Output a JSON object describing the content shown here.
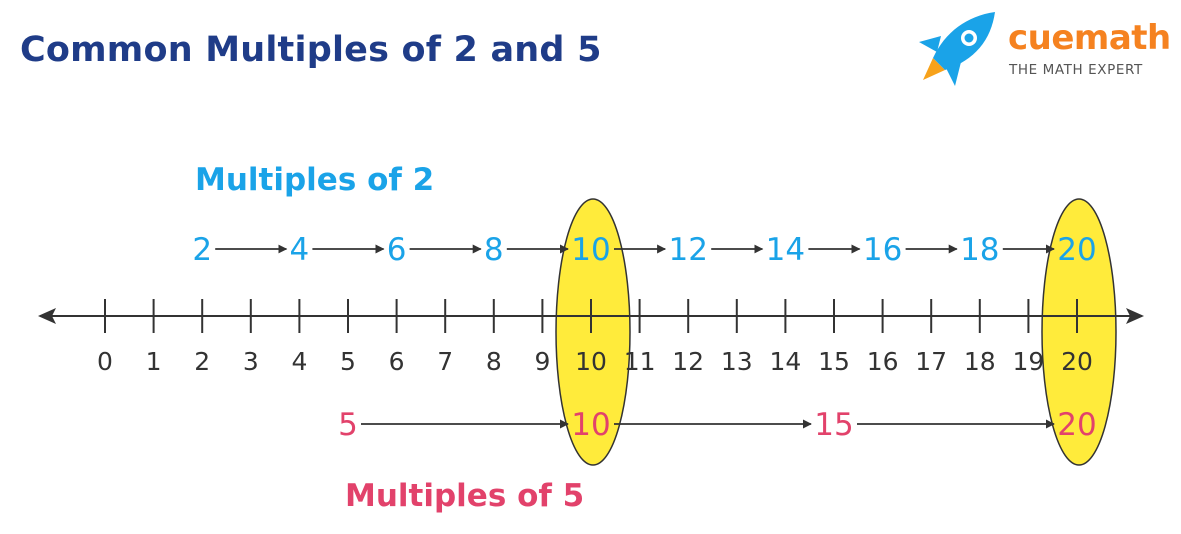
{
  "title": "Common Multiples of 2 and 5",
  "logo": {
    "wordmark": "cuemath",
    "tagline": "THE MATH EXPERT",
    "icon": "rocket-icon",
    "colors": {
      "wordmark": "#f58220",
      "rocket": "#1aa3e8",
      "flame": "#f7a21b"
    }
  },
  "number_line": {
    "ticks": [
      "0",
      "1",
      "2",
      "3",
      "4",
      "5",
      "6",
      "7",
      "8",
      "9",
      "10",
      "11",
      "12",
      "13",
      "14",
      "15",
      "16",
      "17",
      "18",
      "19",
      "20"
    ],
    "min": 0,
    "max": 20
  },
  "multiples_of_2": {
    "label": "Multiples of 2",
    "values": [
      2,
      4,
      6,
      8,
      10,
      12,
      14,
      16,
      18,
      20
    ],
    "color": "#1aa3e8"
  },
  "multiples_of_5": {
    "label": "Multiples of 5",
    "values": [
      5,
      10,
      15,
      20
    ],
    "color": "#e2426b"
  },
  "common_multiples": [
    10,
    20
  ],
  "highlight_color": "#ffeb3b"
}
